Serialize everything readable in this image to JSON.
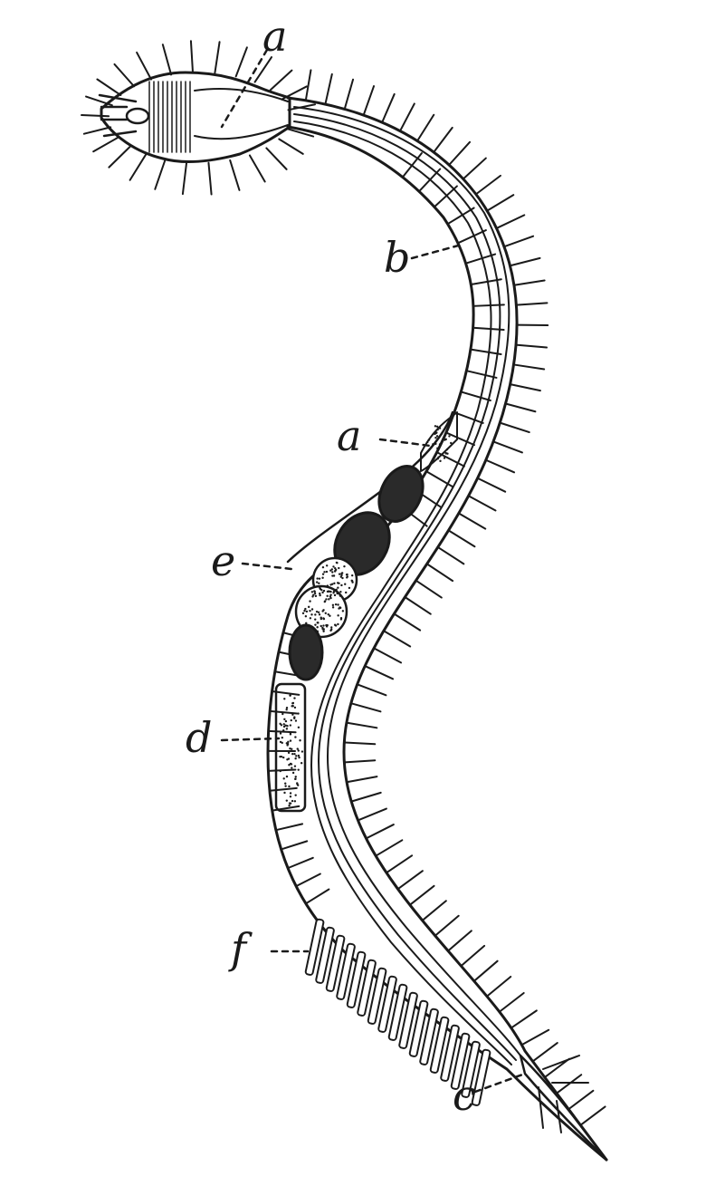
{
  "figure": {
    "labels": {
      "a_head": "a",
      "b": "b",
      "a_gut": "a",
      "e": "e",
      "d": "d",
      "f": "f",
      "c": "c"
    },
    "colors": {
      "ink": "#1a1a1a",
      "paper": "#ffffff",
      "egg_dark": "#2a2a2a"
    }
  }
}
